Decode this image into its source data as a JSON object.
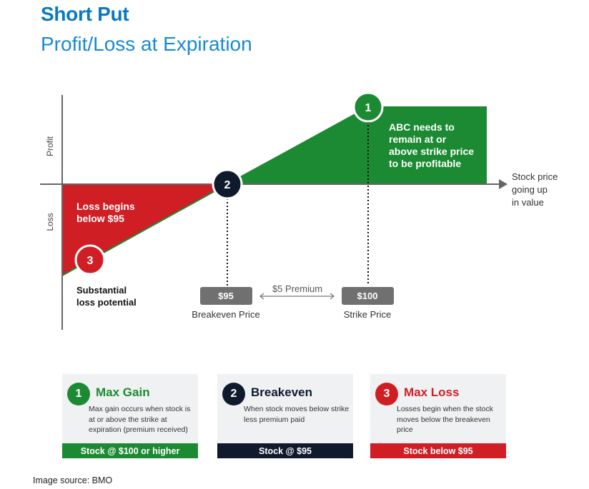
{
  "header": {
    "title": "Short Put",
    "subtitle": "Profit/Loss at Expiration"
  },
  "diagram": {
    "y_axis_profit_label": "Profit",
    "y_axis_loss_label": "Loss",
    "x_axis_label": [
      "Stock price",
      "going up",
      "in value"
    ],
    "profit_note": [
      "ABC needs to",
      "remain at or",
      "above strike price",
      "to be profitable"
    ],
    "loss_note": [
      "Loss begins",
      "below $95"
    ],
    "loss_potential": [
      "Substantial",
      "loss potential"
    ],
    "markers": {
      "max_gain": "1",
      "breakeven": "2",
      "max_loss": "3"
    },
    "breakeven_tag": "$95",
    "breakeven_caption": "Breakeven Price",
    "strike_tag": "$100",
    "strike_caption": "Strike Price",
    "premium_label": "$5 Premium",
    "colors": {
      "profit": "#1c8a32",
      "loss": "#cf1f25",
      "dark": "#0f1b2c",
      "tag": "#707070"
    }
  },
  "cards": [
    {
      "number": "1",
      "title": "Max Gain",
      "desc": "Max gain occurs when stock is at or above the strike at expiration (premium received)",
      "condition": "Stock @ $100 or higher",
      "color": "#1c8a32"
    },
    {
      "number": "2",
      "title": "Breakeven",
      "desc": "When stock moves below strike less premium paid",
      "condition": "Stock @ $95",
      "color": "#0f1b2c"
    },
    {
      "number": "3",
      "title": "Max Loss",
      "desc": "Losses begin when the stock moves below the breakeven price",
      "condition": "Stock below $95",
      "color": "#cf1f25"
    }
  ],
  "footer": {
    "source": "Image source: BMO"
  }
}
